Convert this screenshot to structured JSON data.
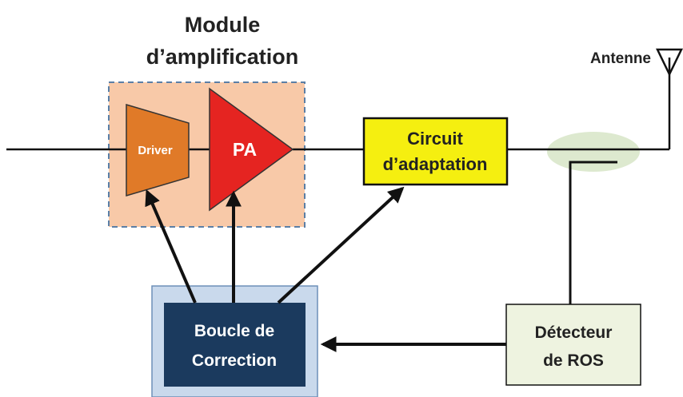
{
  "module": {
    "title_line1": "Module",
    "title_line2": "d’amplification"
  },
  "driver": {
    "label": "Driver"
  },
  "pa": {
    "label": "PA"
  },
  "circuit": {
    "line1": "Circuit",
    "line2": "d’adaptation"
  },
  "antenna": {
    "label": "Antenne"
  },
  "correction": {
    "line1": "Boucle de",
    "line2": "Correction"
  },
  "detector": {
    "line1": "Détecteur",
    "line2": "de ROS"
  },
  "colors": {
    "module_bg": "#f8c9a8",
    "module_border": "#5b7fa6",
    "driver_fill": "#e07a28",
    "pa_fill": "#e52421",
    "circuit_fill": "#f5ef10",
    "coupler_fill": "#dde9cf",
    "correction_outer": "#c9d9ec",
    "correction_inner": "#1b3a5e",
    "detector_fill": "#eef3e0",
    "line": "#111111"
  }
}
